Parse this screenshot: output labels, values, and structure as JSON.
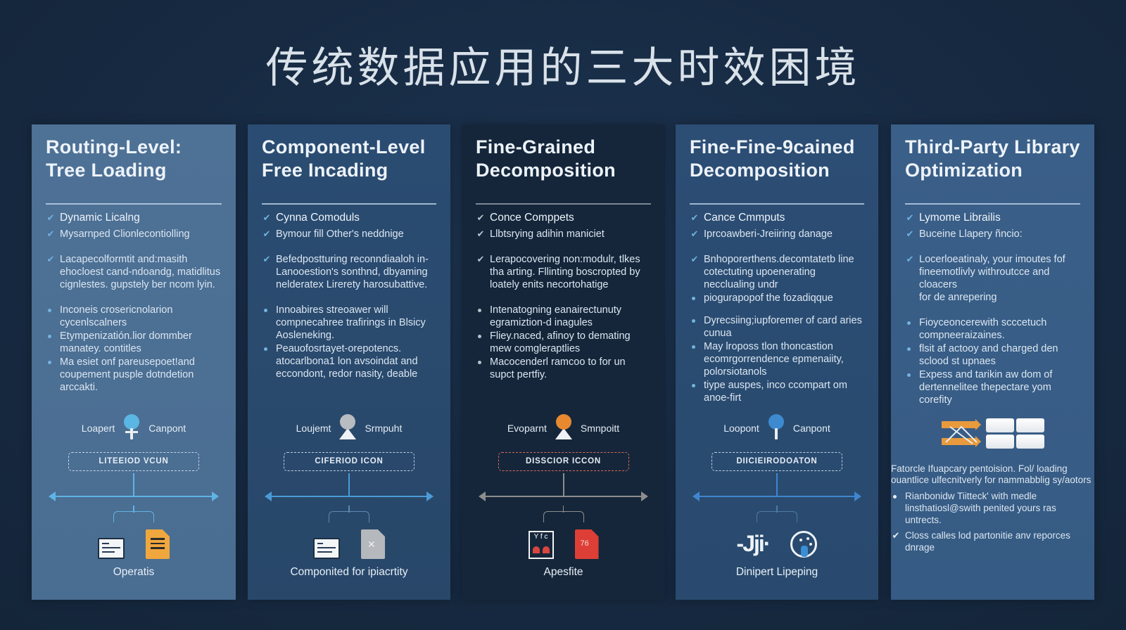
{
  "title": "传统数据应用的三大时效困境",
  "colors": {
    "background": "#172b43",
    "accent_blue": "#6fb3df",
    "accent_orange": "#e89a3c",
    "accent_red": "#d9463e",
    "text_light": "#e6eef7"
  },
  "panels": [
    {
      "title_line1": "Routing-Level:",
      "title_line2": "Tree Loading",
      "checks": [
        "Dynamic Licalng",
        "Mysarnped Clionlecontiolling"
      ],
      "paragraph": "Lacapecolformtit and:masith ehocloest cand-ndoandg, matidlitus cignlestes. gupstely ber ncom lyin.",
      "bullets": [
        "Inconeis crosericnolarion cycenlscalners",
        "Etympenizatión.lior dommber manatey. contitles",
        "Ma esiet onf pareusepoet!and coupement pusple dotndetion arccakti."
      ],
      "diagram": {
        "left_label": "Loapert",
        "right_label": "Canpont",
        "box_label": "LITEEIOD VCUN",
        "caption": "Operatis",
        "node_color": "#5bb6e3",
        "line_color": "#5fb4e4",
        "icons": [
          "document-card-icon",
          "orange-file-icon"
        ]
      }
    },
    {
      "title_line1": "Component-Level",
      "title_line2": "Free Incading",
      "checks": [
        "Cynna Comoduls",
        "Bymour fill Other's neddnige"
      ],
      "paragraph": "Befedpostturing reconndiaaloh in-Lanooestion's sonthnd, dbyaming nelderatex Lirerety harosubattive.",
      "bullets": [
        "Innoabires streoawer will compnecahree trafirings in Blsicy Aosleneking.",
        "Peauofosrtayet-orepotencs. atocarlbona1 lon avsoindat and eccondont, redor nasity, deable"
      ],
      "diagram": {
        "left_label": "Loujemt",
        "right_label": "Srmpuht",
        "box_label": "CIFERIOD ICON",
        "caption": "Componited for ipiacrtity",
        "node_color": "#b9bcc0",
        "line_color": "#4a9bd6",
        "icons": [
          "chat-card-icon",
          "gray-file-icon"
        ]
      }
    },
    {
      "title_line1": "Fine-Grained",
      "title_line2": "Decomposition",
      "checks": [
        "Conce Comppets",
        "Llbtsrying adihin maniciet"
      ],
      "paragraph": "Lerapocovering non:modulr, tlkes tha arting. Fllinting boscropted by loately enits necortohatige",
      "bullets": [
        "Intenatogning eanairectunuty egramiztion-d inagules",
        "Fliey.naced, afinoy to demating mew comgleraptlies",
        "Macocenderl ramcoo to for un supct pertfiy."
      ],
      "diagram": {
        "left_label": "Evoparnt",
        "right_label": "Smnpoitt",
        "box_label": "DISSCIOR ICCON",
        "caption": "Apesfite",
        "node_color": "#e8892f",
        "line_color": "#8d8d8d",
        "box_border": "#d9685d",
        "icons": [
          "framed-figure-icon",
          "red-file-icon"
        ]
      }
    },
    {
      "title_line1": "Fine-Fine-9cained",
      "title_line2": "Decomposition",
      "checks": [
        "Cance Cmmputs",
        "Iprcoawberi-Jreiiring danage"
      ],
      "paragraph": "Bnhoporerthens.decomtatetb line cotectuting upoenerating necclualing undr",
      "bullets_inline": [
        "piogurapopof the fozadiqque"
      ],
      "bullets": [
        "Dyrecsiing;iupforemer of card aries cunua",
        "May lroposs tlon thoncastion ecomrgorrendence epmenaiity, polorsiotanols",
        "tiype auspes, inco ccompart om anoe-firt"
      ],
      "diagram": {
        "left_label": "Loopont",
        "right_label": "Canpont",
        "box_label": "DIICIEIRODOATON",
        "caption": "Dinipert Lipeping",
        "node_color": "#3d8ad0",
        "line_color": "#3f86cf",
        "icons": [
          "jji-glyph-icon",
          "ring-cylinder-icon"
        ]
      }
    },
    {
      "title_line1": "Third-Party Library",
      "title_line2": "Optimization",
      "checks": [
        "Lymome Librailis",
        "Buceine Llapery ñncio:"
      ],
      "paragraph": "Locerloeatinaly, your imoutes fof fineemotlivly withroutcce and cloacers\nfor de anrepering",
      "bullets": [
        "Fioyceoncerewith scccetuch compneeraizaines.",
        "flsit af actooy and charged den sclood st upnaes",
        "Expess and tarikin aw dom of dertennelitee thepectare yom corefity"
      ],
      "library": {
        "description": "Fatorcle Ifuapcary pentoision. Fol/ loading ouantlice ulfecnitverly for nammabblig sy/aotors",
        "bullets": [
          "Rianbonidw Tiitteck' with medle linsthatiosl@swith penited yours ras untrects."
        ],
        "check": "Closs calles lod partonitie anv reporces dnrage",
        "icons": [
          "orange-transfer-arrows-icon",
          "white-grid-icon"
        ]
      }
    }
  ]
}
